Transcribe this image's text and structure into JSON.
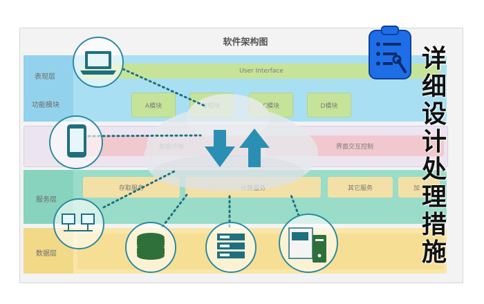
{
  "diagram": {
    "title": "软件架构图",
    "layers": {
      "presentation": {
        "label": "表现层",
        "ui": "User Interface"
      },
      "function": {
        "label": "功能模块",
        "modules": [
          "A模块",
          "B模块",
          "C模块",
          "D模块"
        ]
      },
      "interaction": {
        "items": [
          "数据传输",
          "界面交互控制"
        ]
      },
      "service": {
        "label": "服务层",
        "items": [
          "存取服务",
          "计算服务",
          "其它服务",
          "加"
        ]
      },
      "data": {
        "label": "数据层"
      }
    }
  },
  "side_title": {
    "chars": [
      "详",
      "细",
      "设",
      "计",
      "处",
      "理",
      "措",
      "施"
    ]
  },
  "icons": [
    "laptop-icon",
    "tablet-icon",
    "network-icon",
    "database-icon",
    "server-icon",
    "document-server-icon",
    "upload-download-icon",
    "clipboard-tool-icon"
  ],
  "colors": {
    "blue": "#2c8aa0",
    "band_blue": "#a9dff2",
    "band_pink": "#f2c8cf",
    "band_green": "#99dcc8",
    "band_yellow": "#f7dd93",
    "icon_blue": "#1e6ee8"
  }
}
